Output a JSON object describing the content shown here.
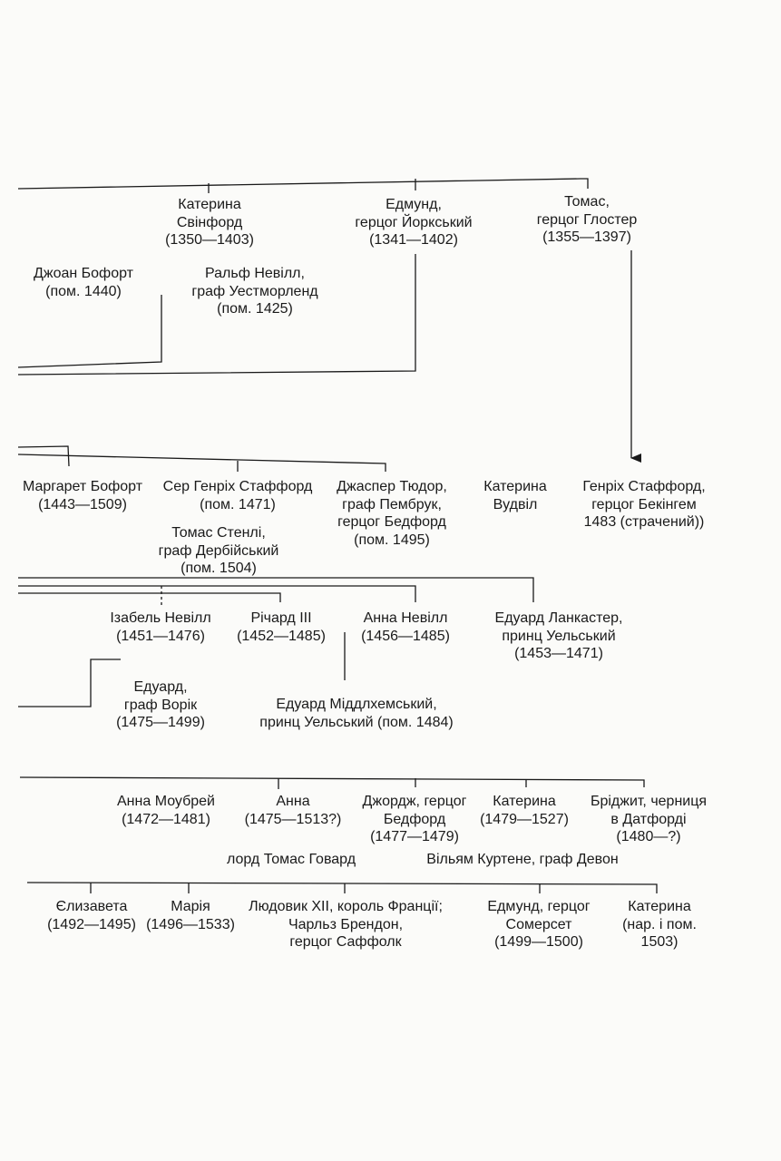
{
  "persons": {
    "kateryna_svinford": [
      "Катерина",
      "Свінфорд",
      "(1350—1403)"
    ],
    "edmund_york": [
      "Едмунд,",
      "герцог Йоркський",
      "(1341—1402)"
    ],
    "tomas_gloster": [
      "Томас,",
      "герцог Глостер",
      "(1355—1397)"
    ],
    "dzhoan_bofort": [
      "Джоан Бофорт",
      "(пом. 1440)"
    ],
    "ralf_nevill": [
      "Ральф Невілл,",
      "граф Уестморленд",
      "(пом. 1425)"
    ],
    "margaret_bofort": [
      "Маргарет Бофорт",
      "(1443—1509)"
    ],
    "henrikh_stafford_sir": [
      "Сер Генріх Стаффорд",
      "(пом. 1471)"
    ],
    "dzhasper_tiudor": [
      "Джаспер Тюдор,",
      "граф Пембрук,",
      "герцог Бедфорд",
      "(пом. 1495)"
    ],
    "kateryna_vudvil": [
      "Катерина",
      "Вудвіл"
    ],
    "henrikh_stafford_bekingem": [
      "Генріх Стаффорд,",
      "герцог Бекінгем",
      "1483 (страчений))"
    ],
    "tomas_stenli": [
      "Томас Стенлі,",
      "граф Дербійський",
      "(пом. 1504)"
    ],
    "izabel_nevill": [
      "Ізабель Невілл",
      "(1451—1476)"
    ],
    "richard_iii": [
      "Річард III",
      "(1452—1485)"
    ],
    "anna_nevill": [
      "Анна Невілл",
      "(1456—1485)"
    ],
    "eduard_lankaster": [
      "Едуард Ланкастер,",
      "принц Уельський",
      "(1453—1471)"
    ],
    "eduard_vorik": [
      "Едуард,",
      "граф Ворік",
      "(1475—1499)"
    ],
    "eduard_middlkhemskyi": [
      "Едуард Міддлхемський,",
      "принц Уельський (пом. 1484)"
    ],
    "anna_moubrei": [
      "Анна Моубрей",
      "(1472—1481)"
    ],
    "anna": [
      "Анна",
      "(1475—1513?)"
    ],
    "dzhordzh": [
      "Джордж, герцог",
      "Бедфорд",
      "(1477—1479)"
    ],
    "kateryna_1479": [
      "Катерина",
      "(1479—1527)"
    ],
    "bridzhyt": [
      "Бріджит, черниця",
      "в Датфорді",
      "(1480—?)"
    ],
    "tomas_govard": [
      "лорд Томас Говард"
    ],
    "viliam_kurtene": [
      "Вільям Куртене, граф Девон"
    ],
    "yelyzaveta": [
      "Єлизавета",
      "(1492—1495)"
    ],
    "mariia": [
      "Марія",
      "(1496—1533)"
    ],
    "liudovyk_xii": [
      "Людовик XII, король Франції;",
      "Чарльз Брендон,",
      "герцог Саффолк"
    ],
    "edmund_somerset": [
      "Едмунд, герцог",
      "Сомерсет",
      "(1499—1500)"
    ],
    "kateryna_1503": [
      "Катерина",
      "(нар. і пом.",
      "1503)"
    ]
  }
}
